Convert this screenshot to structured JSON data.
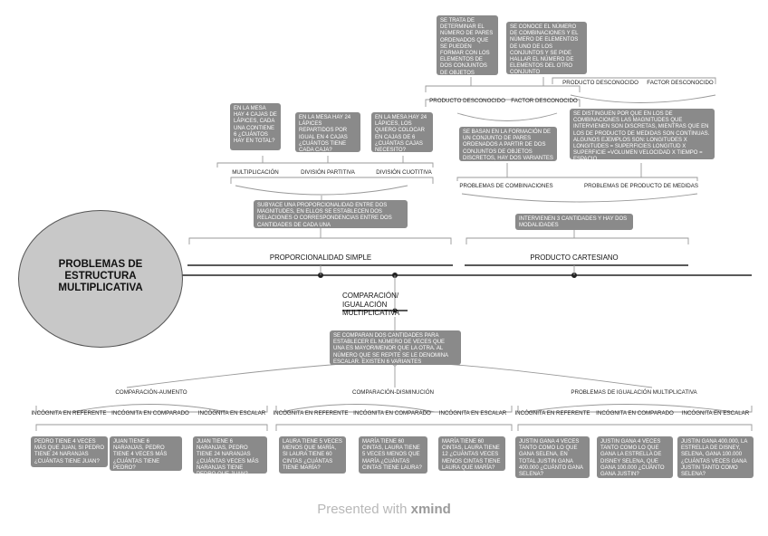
{
  "root": {
    "title": "PROBLEMAS DE ESTRUCTURA MULTIPLICATIVA"
  },
  "branches": {
    "proporcionalidad": "PROPORCIONALIDAD SIMPLE",
    "cartesiano": "PRODUCTO CARTESIANO",
    "comparacion": "COMPARACIÓN/ IGUALACIÓN MULTIPLICATIVA"
  },
  "proporcionalidad": {
    "description": "SUBYACE UNA PROPORCIONALIDAD ENTRE DOS MAGNITUDES, EN ELLOS SE ESTABLECEN DOS RELACIONES O CORRESPONDENCIAS ENTRE DOS CANTIDADES DE CADA UNA",
    "types": [
      "MULTIPLICACIÓN",
      "DIVISIÓN PARTITIVA",
      "DIVISIÓN CUOTITIVA"
    ],
    "examples": [
      "EN LA MESA HAY 4 CAJAS DE LÁPICES, CADA UNA CONTIENE 6 ¿CUÁNTOS HAY EN TOTAL?",
      "EN LA MESA HAY 24 LÁPICES REPARTIDOS POR IGUAL EN 4 CAJAS ¿CUÁNTOS TIENE CADA CAJA?",
      "EN LA MESA HAY 24 LÁPICES, LOS QUIERO COLOCAR EN CAJAS DE 6 ¿CUÁNTAS CAJAS NECESITO?"
    ]
  },
  "cartesiano": {
    "description": "INTERVIENEN 3 CANTIDADES Y HAY DOS MODALIDADES",
    "combinaciones": {
      "label": "PROBLEMAS DE COMBINACIONES",
      "description": "SE BASAN EN LA FORMACIÓN DE UN CONJUNTO DE PARES ORDENADOS A PARTIR DE DOS CONJUNTOS DE OBJETOS DISCRETOS, HAY DOS VARIANTES",
      "variants": [
        "PRODUCTO DESCONOCIDO",
        "FACTOR DESCONOCIDO"
      ],
      "variant_descriptions": [
        "SE TRATA DE DETERMINAR EL NÚMERO DE PARES ORDENADOS QUE SE PUEDEN FORMAR CON LOS ELEMENTOS DE DOS CONJUNTOS DE OBJETOS",
        "SE CONOCE EL NÚMERO DE COMBINACIONES Y EL NÚMERO DE ELEMENTOS DE UNO DE LOS CONJUNTOS Y SE PIDE HALLAR EL NÚMERO DE ELEMENTOS DEL OTRO CONJUNTO"
      ]
    },
    "producto_medidas": {
      "label": "PROBLEMAS DE PRODUCTO DE MEDIDAS",
      "description": "SE DISTINGUEN POR QUE EN LOS DE COMBINACIONES LAS MAGNITUDES QUE INTERVIENEN SON DISCRETAS, MIENTRAS QUE EN LOS DE PRODUCTO DE MEDIDAS SON CONTINUAS. ALGUNOS EJEMPLOS SON: LONGITUDES X LONGITUDES = SUPERFICIES LONGITUD X SUPERFICIE =VOLUMEN VELOCIDAD X TIEMPO = ESPACIO",
      "variants": [
        "PRODUCTO DESCONOCIDO",
        "FACTOR DESCONOCIDO"
      ]
    }
  },
  "comparacion": {
    "description": "SE COMPARAN DOS CANTIDADES PARA ESTABLECER EL NÚMERO DE VECES QUE UNA ES MAYOR/MENOR QUE LA OTRA. AL NÚMERO QUE SE REPITE SE LE DENOMINA ESCALAR. EXISTEN 6 VARIANTES",
    "groups": [
      {
        "title": "COMPARACIÓN-AUMENTO",
        "unknowns": [
          "INCÓGNITA EN REFERENTE",
          "INCÓGNITA EN COMPARADO",
          "INCÓGNITA EN ESCALAR"
        ],
        "examples": [
          "PEDRO TIENE 4 VECES MÁS QUE JUAN, SI PEDRO TIENE 24 NARANJAS ¿CUÁNTAS TIENE JUAN?",
          "JUAN TIENE 6 NARANJAS, PEDRO TIENE 4 VECES MÁS ¿CUÁNTAS TIENE PEDRO?",
          "JUAN TIENE 6 NARANJAS, PEDRO TIENE 24 NARANJAS ¿CUÁNTAS VECES MÁS NARANJAS TIENE PEDRO QUE JUAN?"
        ]
      },
      {
        "title": "COMPARACIÓN-DISMINUCIÓN",
        "unknowns": [
          "INCÓGNITA EN REFERENTE",
          "INCÓGNITA EN COMPARADO",
          "INCÓGNITA EN ESCALAR"
        ],
        "examples": [
          "LAURA TIENE 5 VECES MENOS QUE MARÍA, SI LAURA TIENE 60 CINTAS ¿CUÁNTAS TIENE MARÍA?",
          "MARÍA TIENE 60 CINTAS, LAURA TIENE 5 VECES MENOS QUE MARÍA ¿CUÁNTAS CINTAS TIENE LAURA?",
          "MARÍA TIENE 60 CINTAS, LAURA TIENE 12 ¿CUÁNTAS VECES MENOS CINTAS TIENE LAURA QUE MARÍA?"
        ]
      },
      {
        "title": "PROBLEMAS DE IGUALACIÓN MULTIPLICATIVA",
        "unknowns": [
          "INCÓGNITA EN REFERENTE",
          "INCÓGNITA EN COMPARADO",
          "INCÓGNITA EN ESCALAR"
        ],
        "examples": [
          "JUSTIN GANA 4 VECES TANTO COMO LO QUE GANA SELENA, EN TOTAL JUSTIN GANA 400.000 ¿CUÁNTO GANA SELENA?",
          "JUSTIN GANA 4 VECES TANTO COMO LO QUE GANA LA ESTRELLA DE DISNEY SELENA, QUE GANA 100.000 ¿CUÁNTO GANA JUSTIN?",
          "JUSTIN GANA 400.000, LA ESTRELLA DE DISNEY, SELENA, GANA 100.000 ¿CUÁNTAS VECES GANA JUSTIN TANTO COMO SELENA?"
        ]
      }
    ]
  },
  "footer": {
    "prefix": "Presented with",
    "brand": "xmind"
  }
}
